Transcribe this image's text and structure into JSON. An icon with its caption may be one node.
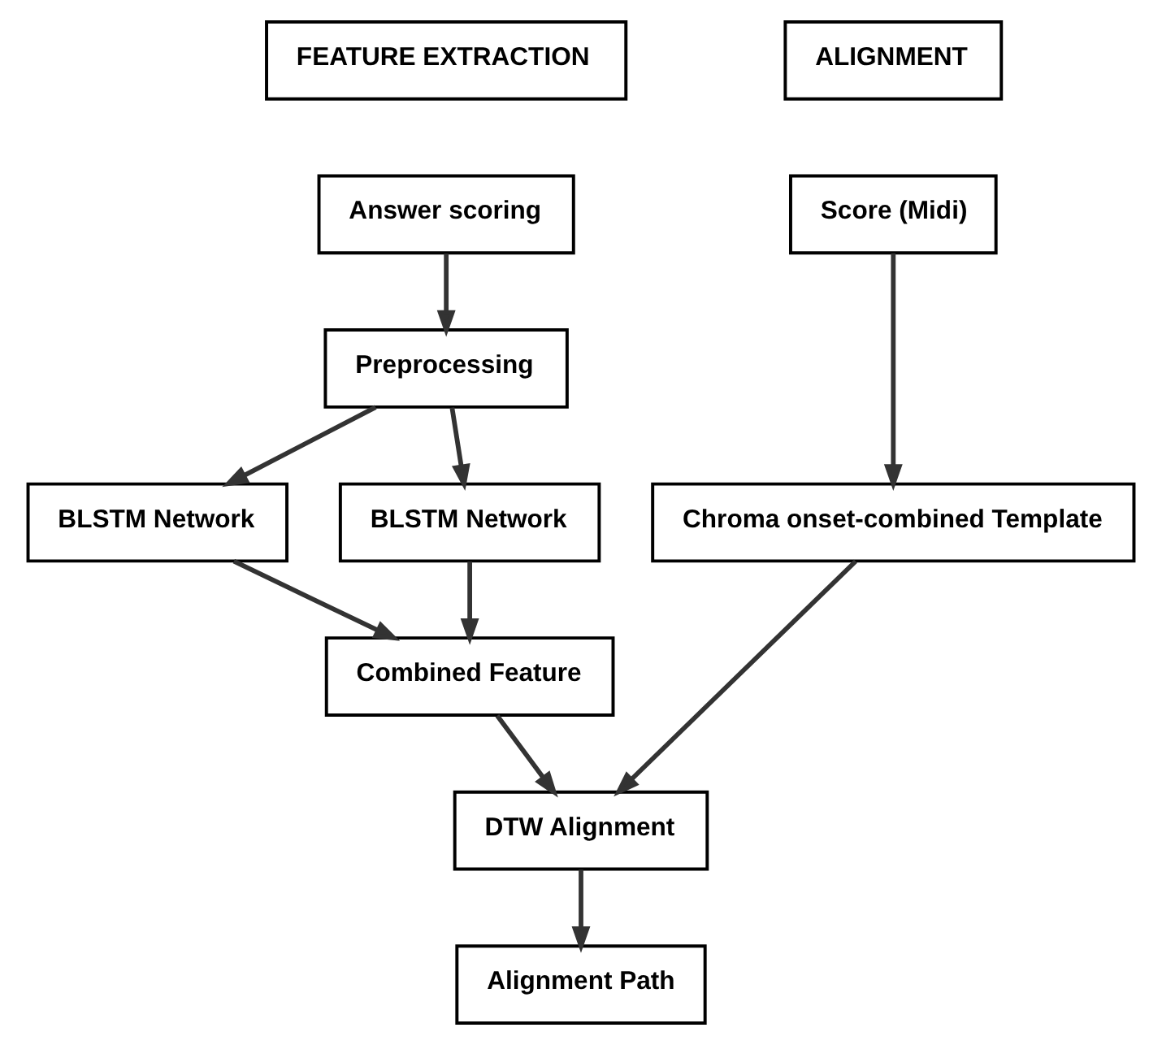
{
  "diagram": {
    "nodes": [
      {
        "text": [
          "FEATURE EXTRACTION"
        ]
      },
      {
        "text": [
          "ALIGNMENT"
        ]
      },
      {
        "text": [
          "Answer scoring"
        ]
      },
      {
        "text": [
          "Preprocessing"
        ]
      },
      {
        "text": [
          "BLSTM Network"
        ]
      },
      {
        "text": [
          "BLSTM Network"
        ]
      },
      {
        "text": [
          "Combined Feature"
        ]
      },
      {
        "text": [
          "Score (Midi)"
        ]
      },
      {
        "text": [
          "Chroma onset-combined Template"
        ]
      },
      {
        "text": [
          "DTW Alignment"
        ]
      },
      {
        "text": [
          "Alignment Path"
        ]
      }
    ],
    "edges": [
      {
        "from": 2,
        "to": 3,
        "arrow": "to"
      },
      {
        "from": 3,
        "to": 4,
        "arrow": "to"
      },
      {
        "from": 3,
        "to": 5,
        "arrow": "to"
      },
      {
        "from": 4,
        "to": 6,
        "arrow": "to"
      },
      {
        "from": 5,
        "to": 6,
        "arrow": "to"
      },
      {
        "from": 7,
        "to": 8,
        "arrow": "to"
      },
      {
        "from": 6,
        "to": 9,
        "arrow": "to"
      },
      {
        "from": 8,
        "to": 9,
        "arrow": "to"
      },
      {
        "from": 9,
        "to": 10,
        "arrow": "to"
      }
    ]
  }
}
